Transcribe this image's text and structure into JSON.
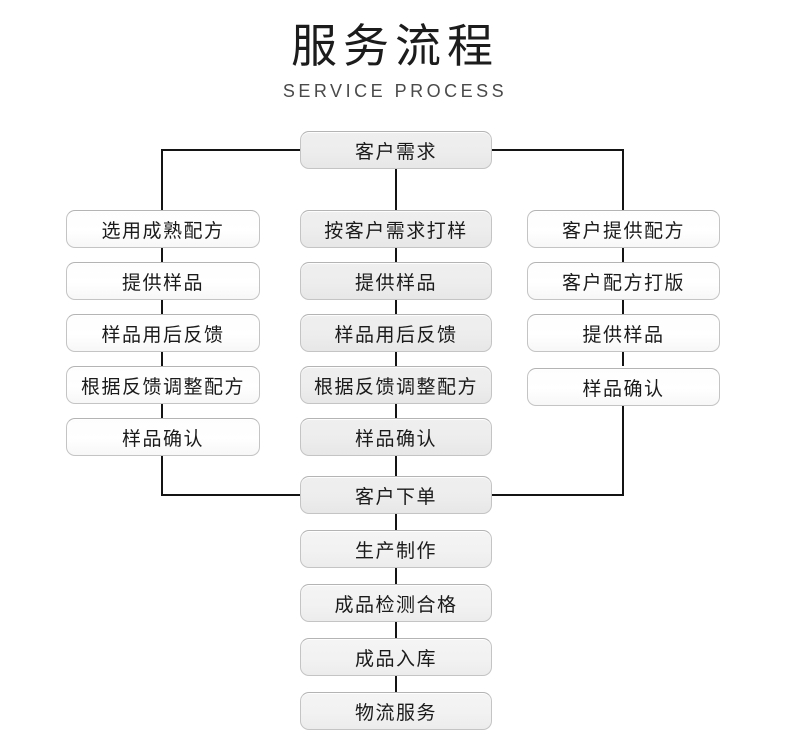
{
  "header": {
    "title_cn": "服务流程",
    "title_en": "SERVICE PROCESS"
  },
  "flow": {
    "start_node": "客户需求",
    "merge_node": "客户下单",
    "branches": [
      {
        "id": "mature-formula",
        "steps": [
          "选用成熟配方",
          "提供样品",
          "样品用后反馈",
          "根据反馈调整配方",
          "样品确认"
        ]
      },
      {
        "id": "sample-by-request",
        "steps": [
          "按客户需求打样",
          "提供样品",
          "样品用后反馈",
          "根据反馈调整配方",
          "样品确认"
        ]
      },
      {
        "id": "customer-formula",
        "steps": [
          "客户提供配方",
          "客户配方打版",
          "提供样品",
          "样品确认"
        ]
      }
    ],
    "tail_steps": [
      "生产制作",
      "成品检测合格",
      "成品入库",
      "物流服务"
    ]
  },
  "colors": {
    "line": "#141414",
    "node_border": "#c4c4c4",
    "node_fill_light": "#ffffff",
    "node_fill_grey": "#ededed",
    "text": "#1b1b1b"
  }
}
